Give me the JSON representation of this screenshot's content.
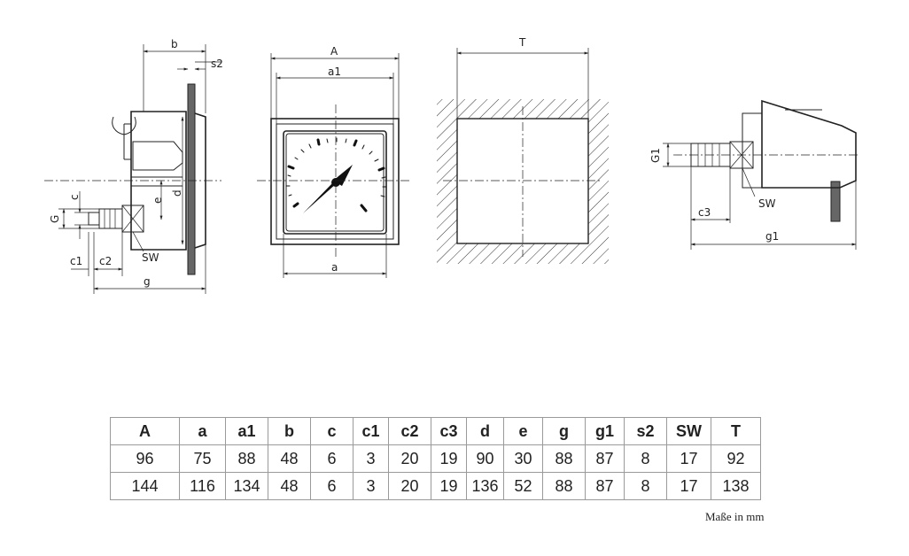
{
  "drawing": {
    "side_view_labels": {
      "b": "b",
      "s2": "s2",
      "c": "c",
      "G": "G",
      "e": "e",
      "d": "d",
      "c1": "c1",
      "c2": "c2",
      "SW": "SW",
      "g": "g"
    },
    "front_view_labels": {
      "A": "A",
      "a1": "a1",
      "a": "a"
    },
    "cutout_labels": {
      "T": "T"
    },
    "connection_labels": {
      "G1": "G1",
      "SW": "SW",
      "c3": "c3",
      "g1": "g1"
    }
  },
  "table": {
    "headers": [
      "A",
      "a",
      "a1",
      "b",
      "c",
      "c1",
      "c2",
      "c3",
      "d",
      "e",
      "g",
      "g1",
      "s2",
      "SW",
      "T"
    ],
    "rows": [
      [
        "96",
        "75",
        "88",
        "48",
        "6",
        "3",
        "20",
        "19",
        "90",
        "30",
        "88",
        "87",
        "8",
        "17",
        "92"
      ],
      [
        "144",
        "116",
        "134",
        "48",
        "6",
        "3",
        "20",
        "19",
        "136",
        "52",
        "88",
        "87",
        "8",
        "17",
        "138"
      ]
    ]
  },
  "note": "Maße in mm"
}
